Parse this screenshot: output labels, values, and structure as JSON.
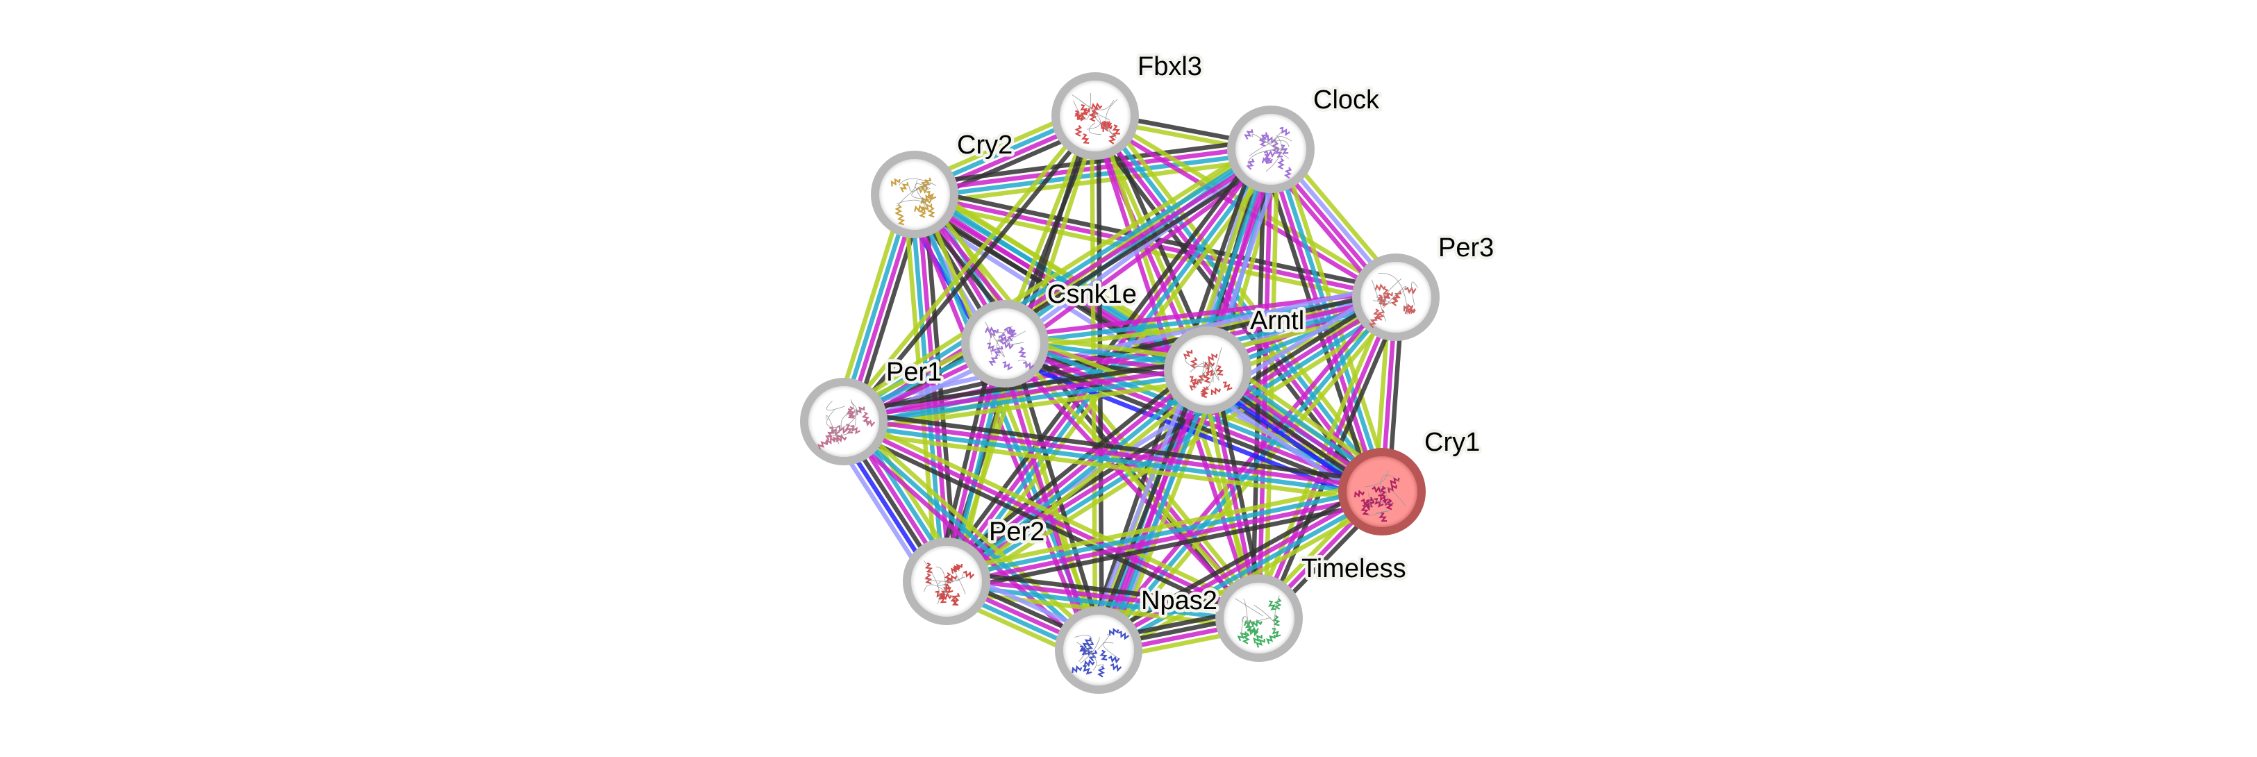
{
  "title": "Protein interaction network",
  "edge_colors": {
    "experiments": "#cc22cc",
    "databases": "#22aacc",
    "textmining": "#b0d020",
    "coexpression": "#333333",
    "homology": "#9999ff",
    "cooccurrence": "#2222ff"
  },
  "node_style": {
    "default_fill": "#ffffff",
    "default_ring": "#b8b8b8",
    "query_fill": "#fe9696",
    "query_ring": "#b85555"
  },
  "nodes": [
    {
      "id": "Fbxl3",
      "label": "Fbxl3",
      "query": false,
      "structure_color": "#d94a4a"
    },
    {
      "id": "Clock",
      "label": "Clock",
      "query": false,
      "structure_color": "#a070d8"
    },
    {
      "id": "Cry2",
      "label": "Cry2",
      "query": false,
      "structure_color": "#c8a040"
    },
    {
      "id": "Per3",
      "label": "Per3",
      "query": false,
      "structure_color": "#d06060"
    },
    {
      "id": "Csnk1e",
      "label": "Csnk1e",
      "query": false,
      "structure_color": "#a070d8"
    },
    {
      "id": "Arntl",
      "label": "Arntl",
      "query": false,
      "structure_color": "#d05050"
    },
    {
      "id": "Per1",
      "label": "Per1",
      "query": false,
      "structure_color": "#c07090"
    },
    {
      "id": "Cry1",
      "label": "Cry1",
      "query": true,
      "structure_color": "#b02060"
    },
    {
      "id": "Per2",
      "label": "Per2",
      "query": false,
      "structure_color": "#d04a4a"
    },
    {
      "id": "Timeless",
      "label": "Timeless",
      "query": false,
      "structure_color": "#40b060"
    },
    {
      "id": "Npas2",
      "label": "Npas2",
      "query": false,
      "structure_color": "#4050c8"
    }
  ],
  "edges": [
    {
      "source": "Cry2",
      "target": "Fbxl3",
      "evidence": [
        "textmining",
        "databases",
        "experiments",
        "coexpression"
      ]
    },
    {
      "source": "Fbxl3",
      "target": "Clock",
      "evidence": [
        "coexpression",
        "textmining"
      ]
    },
    {
      "source": "Cry2",
      "target": "Clock",
      "evidence": [
        "coexpression",
        "experiments",
        "databases",
        "textmining"
      ]
    },
    {
      "source": "Cry2",
      "target": "Per3",
      "evidence": [
        "coexpression",
        "experiments",
        "textmining"
      ]
    },
    {
      "source": "Cry2",
      "target": "Csnk1e",
      "evidence": [
        "textmining",
        "databases",
        "experiments",
        "coexpression",
        "homology",
        "cooccurrence"
      ]
    },
    {
      "source": "Cry2",
      "target": "Arntl",
      "evidence": [
        "textmining",
        "databases",
        "experiments",
        "coexpression"
      ]
    },
    {
      "source": "Cry2",
      "target": "Per1",
      "evidence": [
        "coexpression",
        "experiments",
        "databases",
        "textmining"
      ]
    },
    {
      "source": "Cry2",
      "target": "Cry1",
      "evidence": [
        "textmining",
        "databases",
        "experiments",
        "coexpression",
        "homology"
      ]
    },
    {
      "source": "Cry2",
      "target": "Per2",
      "evidence": [
        "coexpression",
        "experiments",
        "databases",
        "textmining"
      ]
    },
    {
      "source": "Cry2",
      "target": "Timeless",
      "evidence": [
        "textmining",
        "experiments",
        "coexpression"
      ]
    },
    {
      "source": "Cry2",
      "target": "Npas2",
      "evidence": [
        "textmining",
        "databases",
        "experiments"
      ]
    },
    {
      "source": "Fbxl3",
      "target": "Per3",
      "evidence": [
        "textmining",
        "experiments"
      ]
    },
    {
      "source": "Fbxl3",
      "target": "Csnk1e",
      "evidence": [
        "coexpression",
        "textmining"
      ]
    },
    {
      "source": "Fbxl3",
      "target": "Arntl",
      "evidence": [
        "coexpression",
        "textmining",
        "experiments"
      ]
    },
    {
      "source": "Fbxl3",
      "target": "Per1",
      "evidence": [
        "coexpression",
        "textmining"
      ]
    },
    {
      "source": "Fbxl3",
      "target": "Cry1",
      "evidence": [
        "textmining",
        "databases",
        "experiments",
        "coexpression"
      ]
    },
    {
      "source": "Fbxl3",
      "target": "Per2",
      "evidence": [
        "textmining",
        "coexpression"
      ]
    },
    {
      "source": "Fbxl3",
      "target": "Npas2",
      "evidence": [
        "coexpression",
        "textmining"
      ]
    },
    {
      "source": "Fbxl3",
      "target": "Timeless",
      "evidence": [
        "textmining",
        "experiments"
      ]
    },
    {
      "source": "Clock",
      "target": "Per3",
      "evidence": [
        "textmining",
        "homology",
        "experiments",
        "experiments"
      ]
    },
    {
      "source": "Clock",
      "target": "Csnk1e",
      "evidence": [
        "experiments",
        "homology",
        "databases",
        "textmining"
      ]
    },
    {
      "source": "Clock",
      "target": "Arntl",
      "evidence": [
        "textmining",
        "databases",
        "experiments",
        "coexpression",
        "homology"
      ]
    },
    {
      "source": "Clock",
      "target": "Per1",
      "evidence": [
        "coexpression",
        "experiments",
        "databases",
        "textmining"
      ]
    },
    {
      "source": "Clock",
      "target": "Cry1",
      "evidence": [
        "textmining",
        "databases",
        "experiments",
        "coexpression"
      ]
    },
    {
      "source": "Clock",
      "target": "Per2",
      "evidence": [
        "textmining",
        "databases",
        "experiments",
        "coexpression"
      ]
    },
    {
      "source": "Clock",
      "target": "Timeless",
      "evidence": [
        "textmining",
        "experiments",
        "coexpression"
      ]
    },
    {
      "source": "Clock",
      "target": "Npas2",
      "evidence": [
        "homology",
        "experiments",
        "databases",
        "textmining",
        "coexpression"
      ]
    },
    {
      "source": "Per3",
      "target": "Csnk1e",
      "evidence": [
        "textmining",
        "databases",
        "experiments"
      ]
    },
    {
      "source": "Per3",
      "target": "Arntl",
      "evidence": [
        "textmining",
        "databases",
        "experiments",
        "homology"
      ]
    },
    {
      "source": "Per3",
      "target": "Per1",
      "evidence": [
        "textmining",
        "databases",
        "experiments",
        "coexpression",
        "homology"
      ]
    },
    {
      "source": "Per3",
      "target": "Cry1",
      "evidence": [
        "coexpression",
        "experiments",
        "textmining"
      ]
    },
    {
      "source": "Per3",
      "target": "Per2",
      "evidence": [
        "textmining",
        "databases",
        "experiments",
        "coexpression",
        "homology"
      ]
    },
    {
      "source": "Per3",
      "target": "Timeless",
      "evidence": [
        "coexpression",
        "experiments",
        "textmining"
      ]
    },
    {
      "source": "Per3",
      "target": "Npas2",
      "evidence": [
        "textmining",
        "databases",
        "experiments"
      ]
    },
    {
      "source": "Csnk1e",
      "target": "Arntl",
      "evidence": [
        "textmining",
        "databases",
        "experiments",
        "coexpression"
      ]
    },
    {
      "source": "Csnk1e",
      "target": "Per1",
      "evidence": [
        "homology",
        "experiments",
        "databases",
        "textmining"
      ]
    },
    {
      "source": "Csnk1e",
      "target": "Cry1",
      "evidence": [
        "textmining",
        "databases",
        "experiments",
        "coexpression",
        "cooccurrence"
      ]
    },
    {
      "source": "Csnk1e",
      "target": "Per2",
      "evidence": [
        "textmining",
        "databases",
        "experiments",
        "coexpression"
      ]
    },
    {
      "source": "Csnk1e",
      "target": "Timeless",
      "evidence": [
        "textmining",
        "experiments"
      ]
    },
    {
      "source": "Csnk1e",
      "target": "Npas2",
      "evidence": [
        "coexpression",
        "textmining",
        "experiments"
      ]
    },
    {
      "source": "Arntl",
      "target": "Per1",
      "evidence": [
        "textmining",
        "databases",
        "experiments",
        "coexpression"
      ]
    },
    {
      "source": "Arntl",
      "target": "Cry1",
      "evidence": [
        "textmining",
        "databases",
        "experiments",
        "coexpression",
        "cooccurrence",
        "homology"
      ]
    },
    {
      "source": "Arntl",
      "target": "Per2",
      "evidence": [
        "textmining",
        "databases",
        "experiments",
        "coexpression"
      ]
    },
    {
      "source": "Arntl",
      "target": "Timeless",
      "evidence": [
        "coexpression",
        "experiments",
        "textmining"
      ]
    },
    {
      "source": "Arntl",
      "target": "Npas2",
      "evidence": [
        "textmining",
        "databases",
        "experiments",
        "coexpression",
        "homology"
      ]
    },
    {
      "source": "Per1",
      "target": "Cry1",
      "evidence": [
        "coexpression",
        "experiments",
        "databases",
        "textmining"
      ]
    },
    {
      "source": "Per1",
      "target": "Per2",
      "evidence": [
        "textmining",
        "databases",
        "experiments",
        "coexpression",
        "cooccurrence",
        "homology"
      ]
    },
    {
      "source": "Per1",
      "target": "Timeless",
      "evidence": [
        "textmining",
        "experiments",
        "coexpression"
      ]
    },
    {
      "source": "Per1",
      "target": "Npas2",
      "evidence": [
        "textmining",
        "databases",
        "experiments"
      ]
    },
    {
      "source": "Cry1",
      "target": "Per2",
      "evidence": [
        "coexpression",
        "experiments",
        "databases",
        "textmining"
      ]
    },
    {
      "source": "Cry1",
      "target": "Timeless",
      "evidence": [
        "coexpression",
        "experiments",
        "textmining"
      ]
    },
    {
      "source": "Cry1",
      "target": "Npas2",
      "evidence": [
        "textmining",
        "databases",
        "experiments",
        "coexpression"
      ]
    },
    {
      "source": "Per2",
      "target": "Timeless",
      "evidence": [
        "coexpression",
        "experiments",
        "databases",
        "textmining"
      ]
    },
    {
      "source": "Per2",
      "target": "Npas2",
      "evidence": [
        "homology",
        "coexpression",
        "experiments",
        "databases",
        "textmining"
      ]
    },
    {
      "source": "Npas2",
      "target": "Timeless",
      "evidence": [
        "coexpression",
        "coexpression",
        "experiments",
        "textmining"
      ]
    }
  ]
}
